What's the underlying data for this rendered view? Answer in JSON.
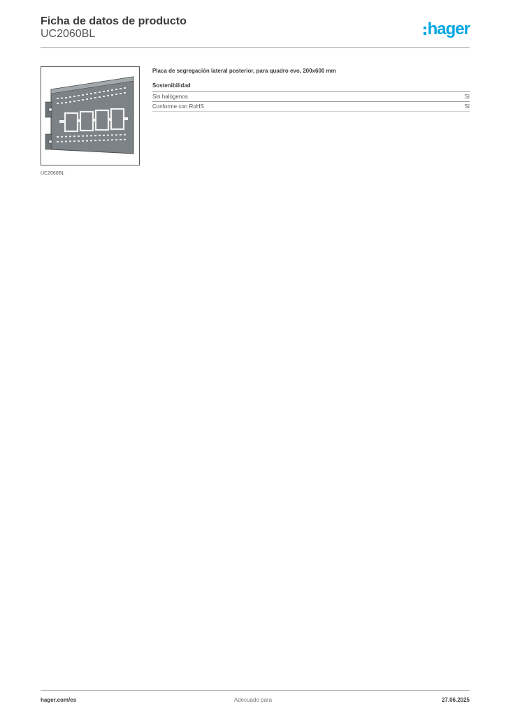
{
  "header": {
    "title": "Ficha de datos de producto",
    "product_code": "UC2060BL",
    "logo_text": "hager",
    "logo_color": "#00a6e2"
  },
  "product": {
    "image_icon": "segregation-plate-image",
    "image_caption": "UC2060BL",
    "description": "Placa de segregación lateral posterior, para quadro evo, 200x600 mm"
  },
  "specs": {
    "section_title": "Sostenibilidad",
    "rows": [
      {
        "label": "Sin halógenos",
        "value": "Sí"
      },
      {
        "label": "Conforme con RoHS",
        "value": "Sí"
      }
    ]
  },
  "footer": {
    "website": "hager.com/es",
    "center_text": "Adecuado para",
    "date": "27.06.2025"
  }
}
